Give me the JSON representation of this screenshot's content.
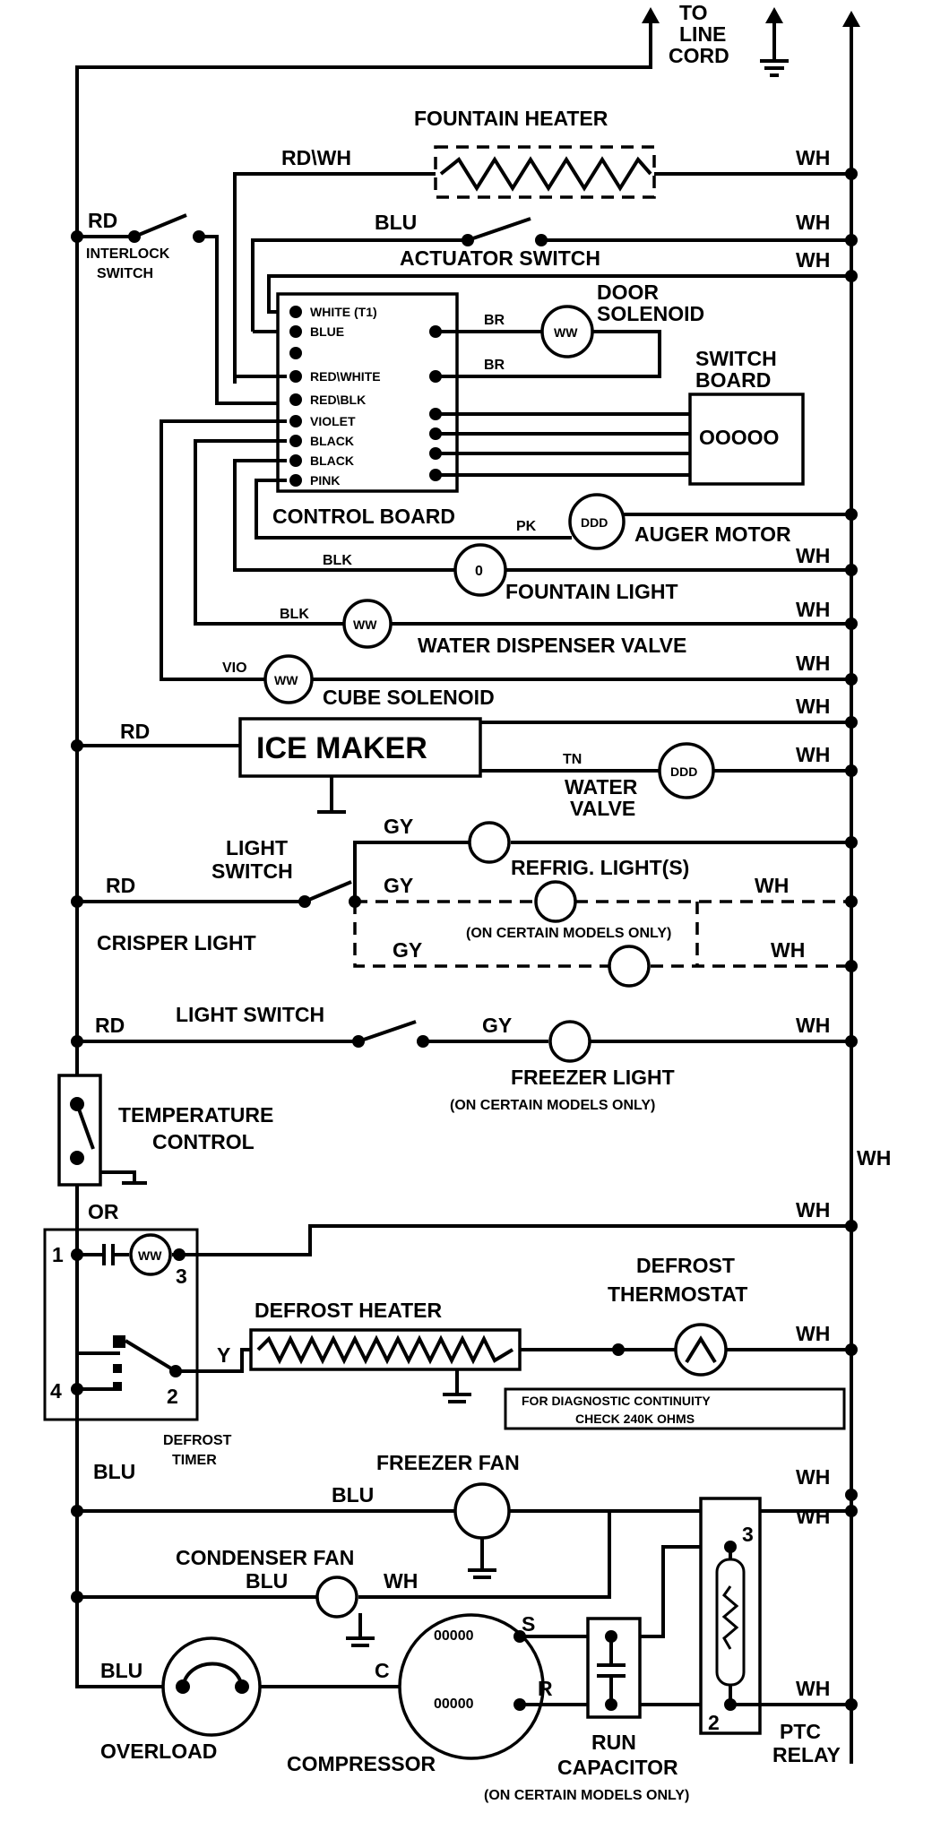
{
  "top": {
    "line_cord": [
      "TO",
      "LINE",
      "CORD"
    ]
  },
  "labels": {
    "fountain_heater": "FOUNTAIN HEATER",
    "rdwh": "RD\\WH",
    "rd": "RD",
    "interlock_switch": [
      "INTERLOCK",
      "SWITCH"
    ],
    "blu": "BLU",
    "actuator_switch": "ACTUATOR SWITCH",
    "door_solenoid": [
      "DOOR",
      "SOLENOID"
    ],
    "br": "BR",
    "switch_board": [
      "SWITCH",
      "BOARD"
    ],
    "switch_board_dots": "OOOOO",
    "control_board": "CONTROL BOARD",
    "pk": "PK",
    "auger_motor": "AUGER MOTOR",
    "blk": "BLK",
    "fountain_light": "FOUNTAIN LIGHT",
    "water_dispenser_valve": "WATER DISPENSER VALVE",
    "vio": "VIO",
    "cube_solenoid": "CUBE SOLENOID",
    "ice_maker": "ICE MAKER",
    "tn": "TN",
    "water_valve": [
      "WATER",
      "VALVE"
    ],
    "gy": "GY",
    "light_switch_stacked": [
      "LIGHT",
      "SWITCH"
    ],
    "refrig_lights": "REFRIG. LIGHT(S)",
    "on_certain_models": "(ON CERTAIN MODELS ONLY)",
    "crisper_light": "CRISPER LIGHT",
    "light_switch": "LIGHT SWITCH",
    "freezer_light": "FREEZER LIGHT",
    "temperature_control": [
      "TEMPERATURE",
      "CONTROL"
    ],
    "or": "OR",
    "wh": "WH",
    "defrost_heater": "DEFROST HEATER",
    "defrost_thermostat": [
      "DEFROST",
      "THERMOSTAT"
    ],
    "diagnostic_note": [
      "FOR DIAGNOSTIC CONTINUITY",
      "CHECK 240K OHMS"
    ],
    "y": "Y",
    "defrost_timer": [
      "DEFROST",
      "TIMER"
    ],
    "timer_terms": [
      "1",
      "3",
      "4",
      "2"
    ],
    "freezer_fan": "FREEZER FAN",
    "condenser_fan": "CONDENSER FAN",
    "overload": "OVERLOAD",
    "compressor": "COMPRESSOR",
    "c": "C",
    "s": "S",
    "r": "R",
    "run_capacitor": [
      "RUN",
      "CAPACITOR"
    ],
    "ptc_relay": [
      "PTC",
      "RELAY"
    ],
    "relay_terms": [
      "3",
      "2"
    ],
    "coil": "00000"
  },
  "control_board_pins": {
    "left": [
      "WHITE (T1)",
      "BLUE",
      "",
      "RED\\WHITE",
      "RED\\BLK",
      "VIOLET",
      "BLACK",
      "BLACK",
      "PINK"
    ]
  },
  "lamp_glyph": "WW",
  "motor_glyph": "DDD"
}
